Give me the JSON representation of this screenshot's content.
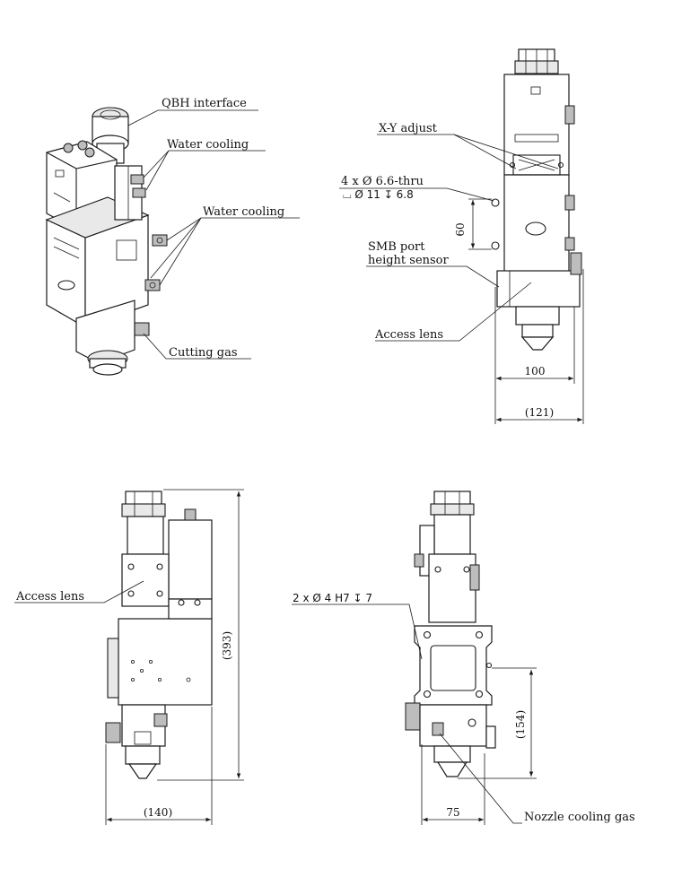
{
  "labels": {
    "qbh_interface": "QBH interface",
    "water_cooling_1": "Water cooling",
    "water_cooling_2": "Water cooling",
    "cutting_gas": "Cutting gas",
    "xy_adjust": "X-Y adjust",
    "thru_hole": "4 x Ø 6.6-thru",
    "counterbore": "⌴ Ø 11 ↧ 6.8",
    "smb_port": "SMB port",
    "height_sensor": "height sensor",
    "access_lens_right": "Access lens",
    "access_lens_left": "Access lens",
    "pin_hole": "2 x Ø 4  H7 ↧ 7",
    "nozzle_cooling_gas": "Nozzle cooling gas"
  },
  "dimensions": {
    "d60": "60",
    "d100": "100",
    "d121": "(121)",
    "d393": "(393)",
    "d140": "(140)",
    "d75": "75",
    "d154": "(154)"
  },
  "colors": {
    "line": "#1a1a1a",
    "background": "#ffffff"
  }
}
